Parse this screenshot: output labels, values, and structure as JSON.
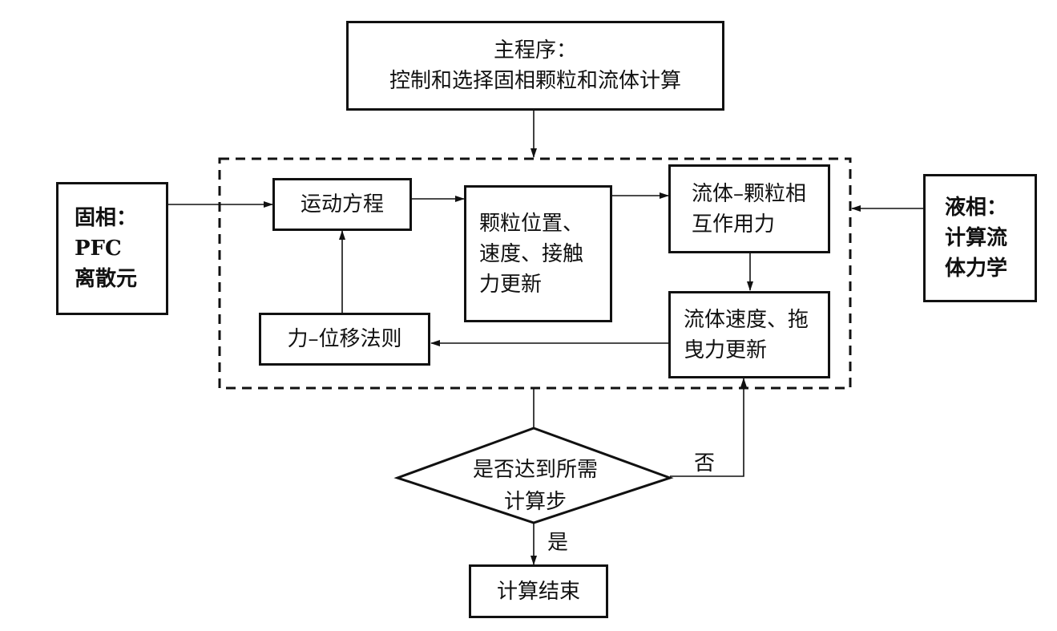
{
  "diagram": {
    "main_program": {
      "lines": [
        "主程序：",
        "控制和选择固相颗粒和流体计算"
      ]
    },
    "solid_phase": {
      "lines": [
        "固相：",
        "PFC",
        "离散元"
      ]
    },
    "liquid_phase": {
      "lines": [
        "液相：",
        "计算流",
        "体力学"
      ]
    },
    "motion_equation": {
      "label": "运动方程"
    },
    "particle_update": {
      "lines": [
        "颗粒位置、",
        "速度、接触",
        "力更新"
      ]
    },
    "fluid_particle_interaction": {
      "lines": [
        "流体–颗粒相",
        "互作用力"
      ]
    },
    "fluid_velocity_update": {
      "lines": [
        "流体速度、拖",
        "曳力更新"
      ]
    },
    "force_displacement_law": {
      "label": "力–位移法则"
    },
    "decision": {
      "lines": [
        "是否达到所需",
        "计算步"
      ],
      "no_label": "否",
      "yes_label": "是"
    },
    "end": {
      "label": "计算结束"
    }
  }
}
